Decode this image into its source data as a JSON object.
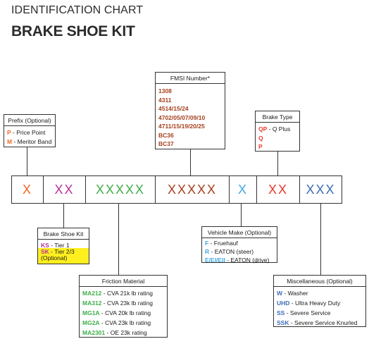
{
  "header": {
    "supertitle": "IDENTIFICATION CHART",
    "title": "BRAKE SHOE KIT"
  },
  "colors": {
    "orange": "#f26522",
    "magenta": "#b7329c",
    "green": "#3fae49",
    "brown": "#a5401e",
    "blue": "#41a9e1",
    "red": "#e8392b",
    "navy": "#3b6cb7",
    "highlight": "#ffef1f"
  },
  "code_segments": [
    {
      "text": "X",
      "color": "#f26522"
    },
    {
      "text": "XX",
      "color": "#b7329c"
    },
    {
      "text": "XXXXX",
      "color": "#3fae49"
    },
    {
      "text": "XXXXX",
      "color": "#a5401e"
    },
    {
      "text": "X",
      "color": "#41a9e1"
    },
    {
      "text": "XX",
      "color": "#e8392b"
    },
    {
      "text": "XXX",
      "color": "#3b6cb7"
    }
  ],
  "boxes": {
    "prefix": {
      "title": "Prefix (Optional)",
      "items": [
        {
          "code": "P",
          "desc": " - Price Point"
        },
        {
          "code": "M",
          "desc": " - Meritor Band"
        }
      ]
    },
    "fmsi": {
      "title": "FMSI Number*",
      "items": [
        "1308",
        "4311",
        "4514/15/24",
        "4702/05/07/09/10",
        "4711/15/19/20/25",
        "BC36",
        "BC37"
      ]
    },
    "brake_type": {
      "title": "Brake Type",
      "items": [
        {
          "code": "QP",
          "desc": " - Q Plus"
        },
        {
          "code": "Q",
          "desc": ""
        },
        {
          "code": "P",
          "desc": ""
        }
      ]
    },
    "brake_shoe_kit": {
      "title": "Brake Shoe Kit",
      "items": [
        {
          "code": "KS",
          "desc": " - Tier 1"
        },
        {
          "code": "SK",
          "desc": " - Tier 2/3"
        }
      ],
      "note": "(Optional)"
    },
    "vehicle_make": {
      "title": "Vehicle Make (Optional)",
      "items": [
        {
          "code": "F",
          "desc": " - Fruehauf"
        },
        {
          "code": "R",
          "desc": " - EATON (steer)"
        },
        {
          "code": "E/EI/EII",
          "desc": " - EATON (drive)"
        }
      ]
    },
    "friction": {
      "title": "Friction Material",
      "items": [
        {
          "code": "MA212",
          "desc": " - CVA 21k lb rating"
        },
        {
          "code": "MA312",
          "desc": " - CVA 23k lb rating"
        },
        {
          "code": "MG1A",
          "desc": " - CVA 20k lb rating"
        },
        {
          "code": "MG2A",
          "desc": " - CVA 23k lb rating"
        },
        {
          "code": "MA2301",
          "desc": " - OE 23k rating"
        }
      ]
    },
    "misc": {
      "title": "Miscellaneous (Optional)",
      "items": [
        {
          "code": "W",
          "desc": " - Washer"
        },
        {
          "code": "UHD",
          "desc": " - Ultra Heavy Duty"
        },
        {
          "code": "SS",
          "desc": " - Severe Service"
        },
        {
          "code": "SSK",
          "desc": " - Severe Service Knurled"
        }
      ]
    }
  }
}
